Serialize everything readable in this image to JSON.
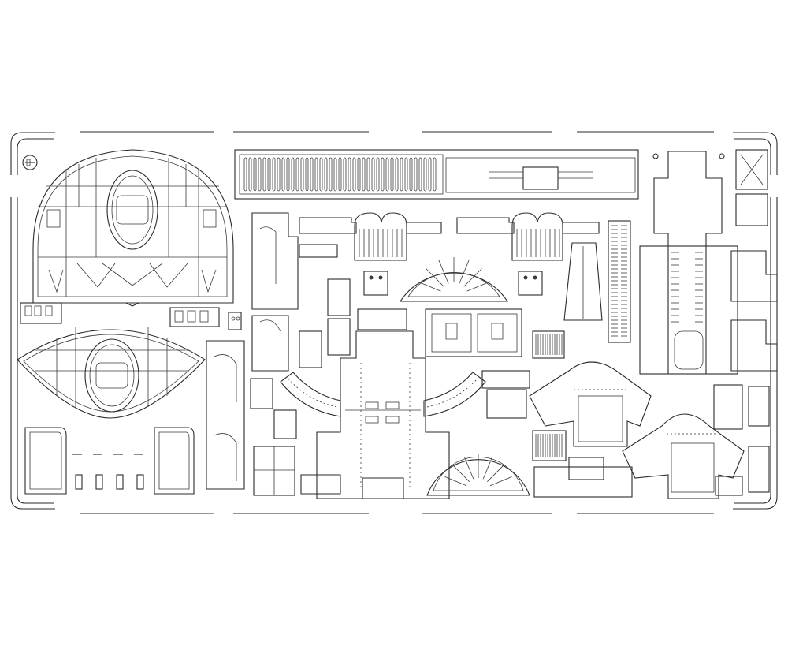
{
  "title": "",
  "sheet": {
    "kind": "photo-etch-fret-line-drawing",
    "stroke_color": "#2b2b2b",
    "background_color": "#ffffff",
    "part_groups": [
      "frame-border",
      "upper-bulkhead",
      "lower-bulkhead",
      "vent-grille-strip",
      "instrument-bar",
      "seat-frames",
      "semicircle-fan-panels",
      "floor-plate",
      "curved-arcs",
      "side-rail-strip",
      "small-brackets"
    ]
  }
}
